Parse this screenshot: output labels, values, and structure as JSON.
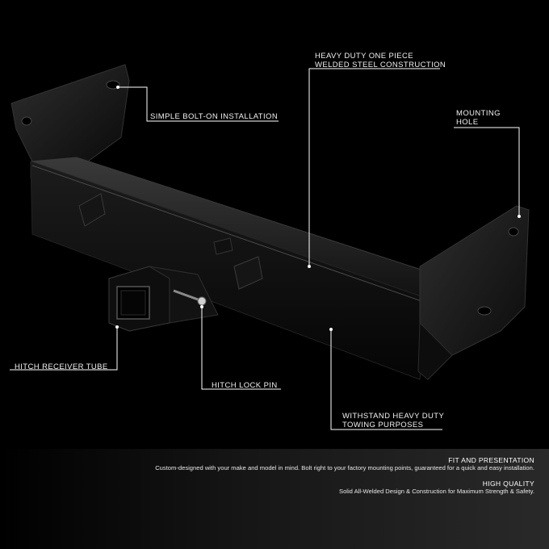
{
  "callouts": {
    "construction": [
      "HEAVY DUTY ONE PIECE",
      "WELDED STEEL CONSTRUCTION"
    ],
    "install": "SIMPLE BOLT-ON INSTALLATION",
    "mounting": [
      "MOUNTING",
      "HOLE"
    ],
    "receiver": "HITCH RECEIVER TUBE",
    "lock_pin": "HITCH LOCK PIN",
    "towing": [
      "WITHSTAND HEAVY DUTY",
      "TOWING PURPOSES"
    ]
  },
  "features": [
    {
      "title": "FIT AND PRESENTATION",
      "text": "Custom-designed with your make and model in mind. Bolt right to your factory mounting points, guaranteed for a quick and easy installation."
    },
    {
      "title": "HIGH QUALITY",
      "text": "Solid All-Welded Design & Construction for Maximum Strength & Safety."
    }
  ],
  "colors": {
    "background": "#000000",
    "hitch": "#0b0b0b",
    "hitch_highlight": "#2a2a2a",
    "text": "#ffffff"
  }
}
